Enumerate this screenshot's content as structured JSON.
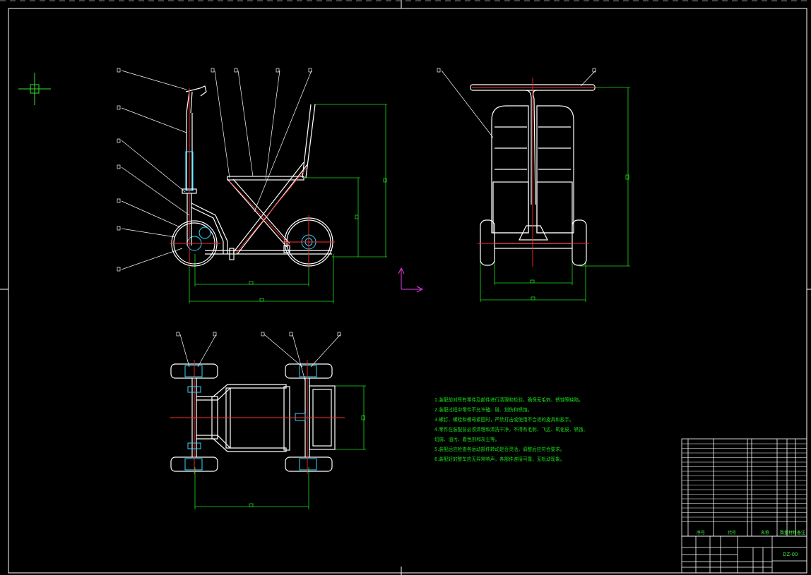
{
  "drawing": {
    "technical_notes": [
      "1.装配前对所有零件及部件进行清理和检验，确保无毛刺、锈蚀等缺陷。",
      "2.装配过程中零件不允许磕、碰、划伤和锈蚀。",
      "3.螺钉、螺栓和螺母紧固时，严禁打击或使用不合适的旋具和扳手。",
      "4.零件在装配前必须清理和清洗干净，不得有毛刺、飞边、氧化皮、锈蚀、",
      "切屑、油污、着色剂和灰尘等。",
      "5.装配后应检查各运动部件转动是否灵活，调整后应符合要求。",
      "6.装配好的整车应无异常响声，各部件连接可靠，无松动现象。"
    ],
    "title_block": {
      "drawing_no": "DZ-00",
      "parts_list_footer": [
        "序号",
        "代号",
        "名称",
        "数量",
        "材料",
        "备注"
      ]
    }
  },
  "colors": {
    "background": "#000000",
    "outline": "#ffffff",
    "part": "#2fd8ff",
    "centerline": "#ff2a2a",
    "dimension": "#19e019",
    "ucs": "#e23ee2",
    "leader": "#ffffff"
  },
  "icons": {
    "crosshair": "crosshair-icon",
    "ucs": "ucs-axis-icon"
  }
}
